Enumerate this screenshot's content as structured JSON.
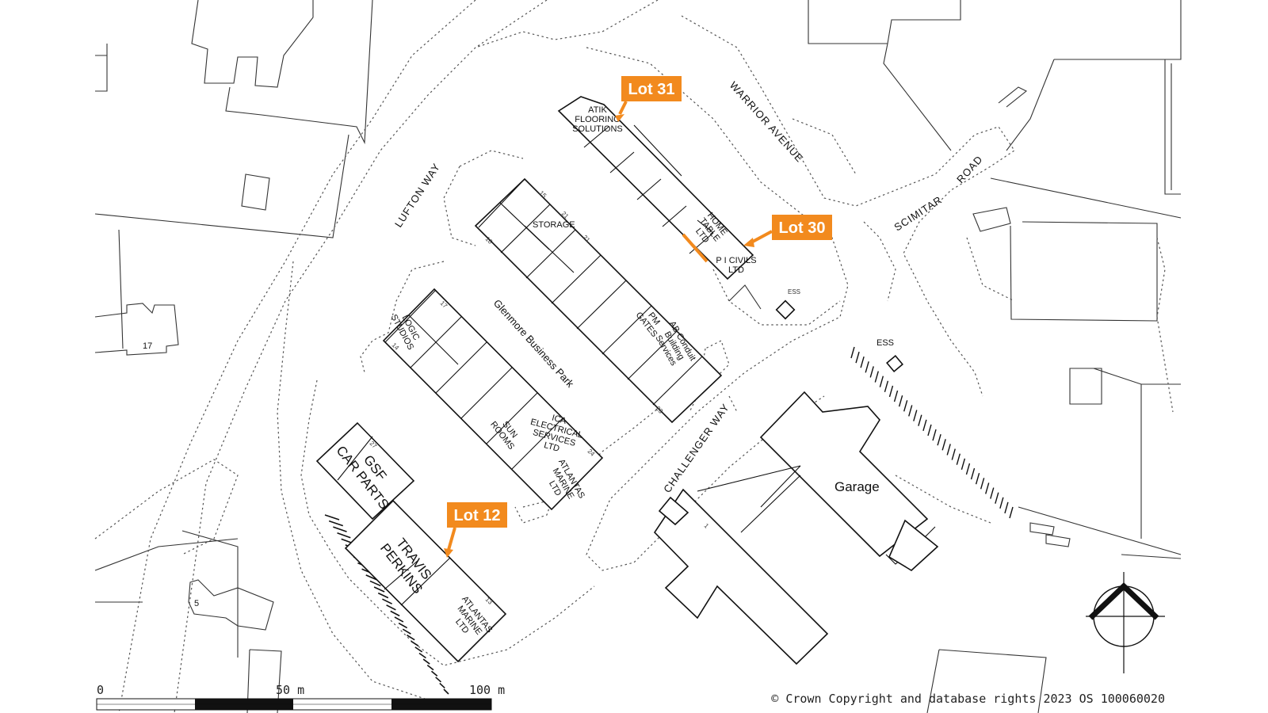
{
  "map": {
    "park_name": "Glenmore Business Park",
    "roads": {
      "lufton_way": "LUFTON WAY",
      "warrior_avenue": "WARRIOR AVENUE",
      "scimitar": "SCIMITAR",
      "road": "ROAD",
      "challenger_way": "CHALLENGER WAY"
    },
    "ess_small": "ESS",
    "ess_large": "ESS",
    "garage": "Garage",
    "house_17": "17",
    "house_5": "5",
    "unit_numbers": {
      "a": "15",
      "b": "21",
      "c": "21",
      "d": "16",
      "e": "17",
      "f": "14",
      "g": "23",
      "h": "24",
      "i": "27",
      "j": "13",
      "k": "1"
    },
    "occupants": {
      "atik": [
        "ATIK",
        "FLOORING",
        "SOLUTIONS"
      ],
      "home_table": [
        "HOME",
        "TABLE",
        "LTD"
      ],
      "pi_civils": [
        "P I CIVILS",
        "LTD"
      ],
      "storage": "STORAGE",
      "pm_gates": [
        "PM",
        "GATES"
      ],
      "ab_conduit": [
        "AB Conduit",
        "Building",
        "Services"
      ],
      "logic_studios": [
        "LOGIC",
        "STUDIOS"
      ],
      "sun_rooms": [
        "SUN",
        "ROOMS"
      ],
      "ica": [
        "ICA",
        "ELECTRICAL",
        "SERVICES",
        "LTD"
      ],
      "atlantas_marine_1": [
        "ATLANTAS",
        "MARINE",
        "LTD"
      ],
      "gsf": [
        "GSF",
        "CAR PARTS"
      ],
      "travis_perkins": [
        "TRAVIS",
        "PERKINS"
      ],
      "atlantas_marine_2": [
        "ATLANTAS",
        "MARINE",
        "LTD"
      ]
    },
    "callouts": {
      "lot31": "Lot 31",
      "lot30": "Lot 30",
      "lot12": "Lot 12",
      "color": "#f28a1e"
    },
    "scale_bar": {
      "zero": "0",
      "mid": "50 m",
      "max": "100 m"
    },
    "copyright": "© Crown Copyright and database rights 2023 OS 100060020",
    "north_arrow_icon": "north-arrow-icon"
  }
}
